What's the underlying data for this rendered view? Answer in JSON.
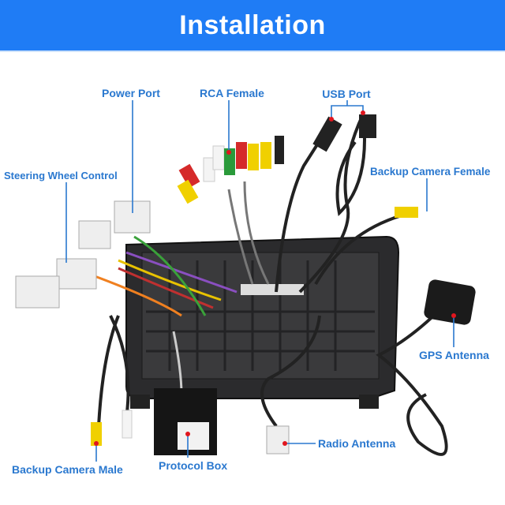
{
  "header": {
    "title": "Installation"
  },
  "labels": {
    "power_port": "Power Port",
    "rca_female": "RCA Female",
    "usb_port": "USB Port",
    "steering_wheel_control": "Steering Wheel Control",
    "backup_camera_female": "Backup Camera Female",
    "gps_antenna": "GPS Antenna",
    "radio_antenna": "Radio Antenna",
    "backup_camera_male": "Backup Camera Male",
    "protocol_box": "Protocol Box"
  },
  "colors": {
    "header": "#1f7cf5",
    "label": "#2a78cf",
    "marker": "#e0161e"
  }
}
